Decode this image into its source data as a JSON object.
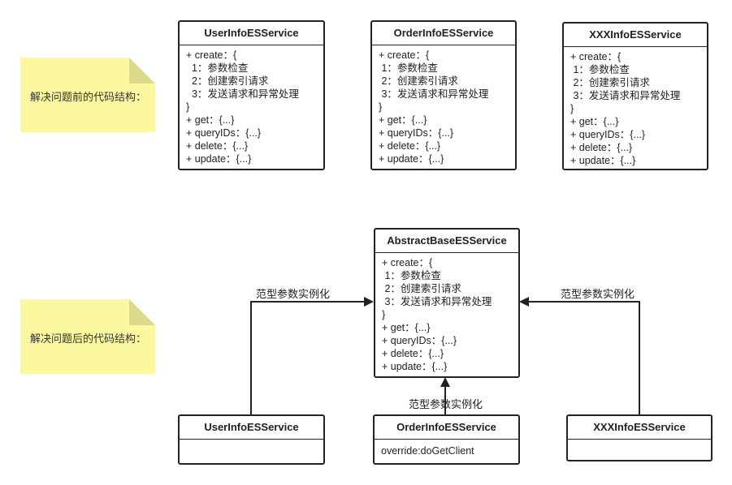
{
  "notes": {
    "before": "解决问题前的代码结构：",
    "after": "解决问题后的代码结构："
  },
  "top_classes": [
    {
      "name": "UserInfoESService",
      "methods": [
        "+ create：{",
        "  1：参数检查",
        "  2：创建索引请求",
        "  3：发送请求和异常处理",
        "}",
        "+ get：{...}",
        "+ queryIDs：{...}",
        "+ delete：{...}",
        "+ update：{...}"
      ]
    },
    {
      "name": "OrderInfoESService",
      "methods": [
        "+ create：{",
        " 1：参数检查",
        " 2：创建索引请求",
        " 3：发送请求和异常处理",
        "}",
        "+ get：{...}",
        "+ queryIDs：{...}",
        "+ delete：{...}",
        "+ update：{...}"
      ]
    },
    {
      "name": "XXXInfoESService",
      "methods": [
        "+ create：{",
        " 1：参数检查",
        " 2：创建索引请求",
        " 3：发送请求和异常处理",
        "}",
        "+ get：{...}",
        "+ queryIDs：{...}",
        "+ delete：{...}",
        "+ update：{...}"
      ]
    }
  ],
  "base_class": {
    "name": "AbstractBaseESService",
    "methods": [
      "+ create：{",
      " 1：参数检查",
      " 2：创建索引请求",
      " 3：发送请求和异常处理",
      "}",
      "+ get：{...}",
      "+ queryIDs：{...}",
      "+ delete：{...}",
      "+ update：{...}"
    ]
  },
  "bottom_classes": [
    {
      "name": "UserInfoESService",
      "body": ""
    },
    {
      "name": "OrderInfoESService",
      "body": "override:doGetClient"
    },
    {
      "name": "XXXInfoESService",
      "body": ""
    }
  ],
  "edge_labels": {
    "left": "范型参数实例化",
    "right": "范型参数实例化",
    "middle": "范型参数实例化"
  },
  "colors": {
    "note": "#fbf8a1",
    "border": "#222222"
  }
}
